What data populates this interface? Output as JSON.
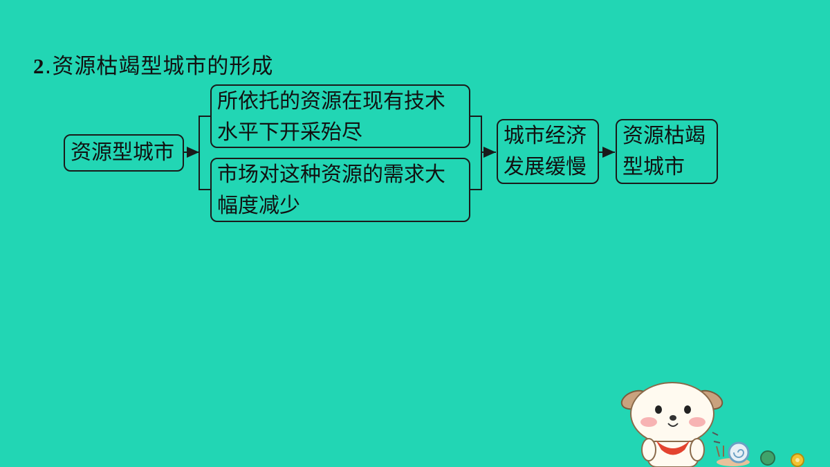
{
  "title": {
    "number": "2",
    "text": ".资源枯竭型城市的形成"
  },
  "flow": {
    "start": "资源型城市",
    "cause_a_line1": "所依托的资源在现有技术",
    "cause_a_line2": "水平下开采殆尽",
    "cause_b_line1": "市场对这种资源的需求大",
    "cause_b_line2": "幅度减少",
    "middle_line1": "城市经济",
    "middle_line2": "发展缓慢",
    "end_line1": "资源枯竭",
    "end_line2": "型城市"
  },
  "colors": {
    "background": "#22d6b4",
    "line": "#1a1a1a"
  },
  "decoration": {
    "icon": "puppy-cartoon-icon"
  }
}
